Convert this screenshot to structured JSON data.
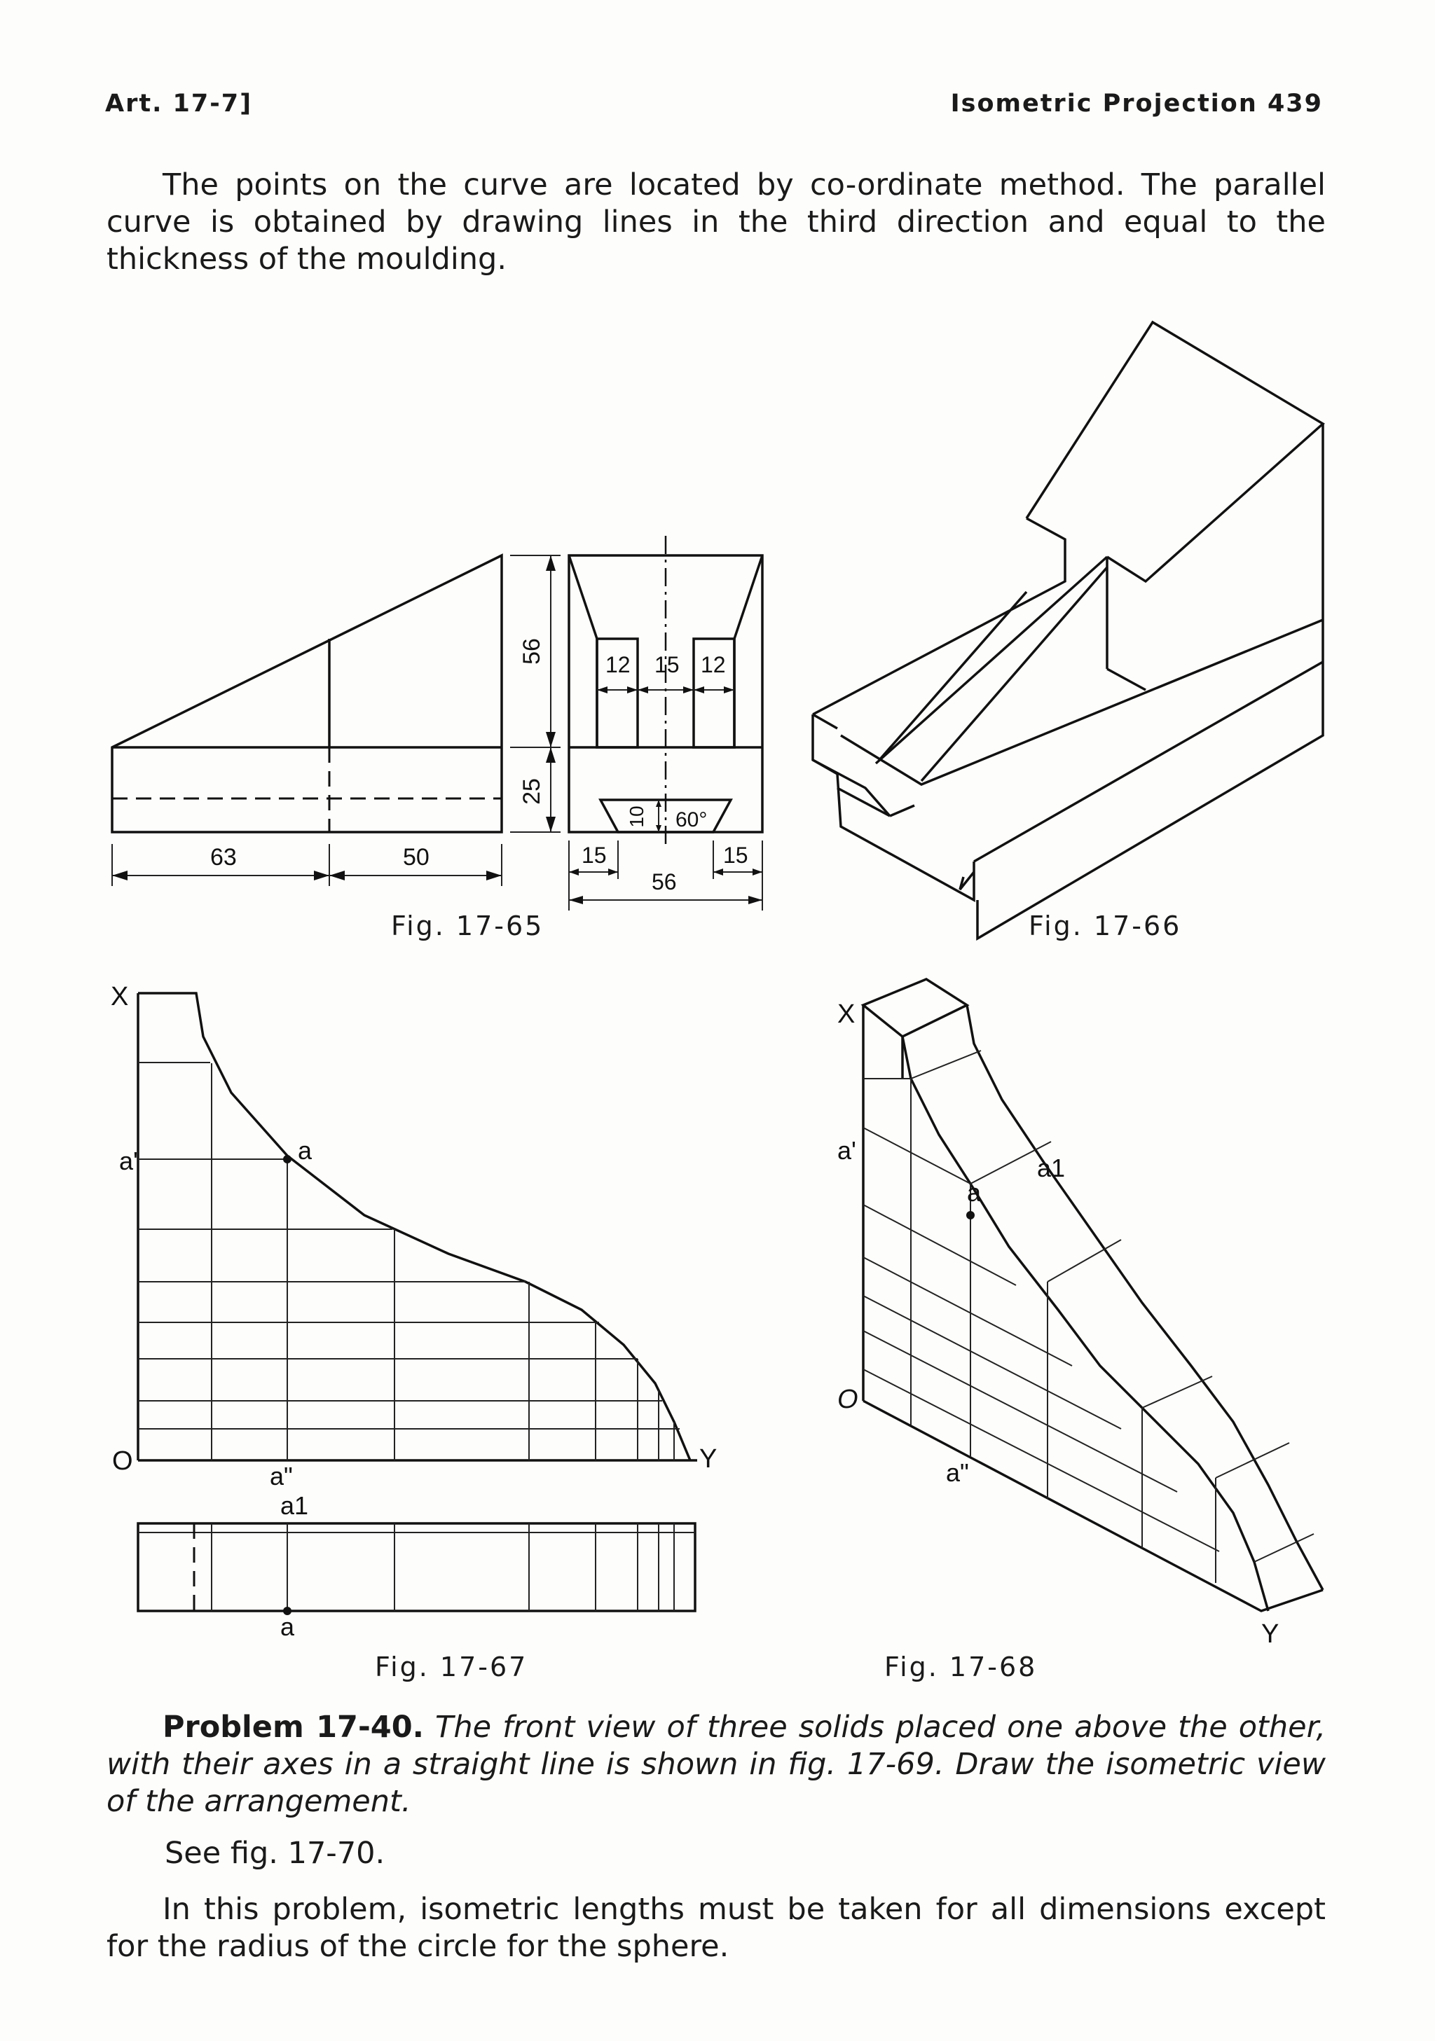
{
  "header": {
    "left": "Art. 17-7]",
    "right": "Isometric Projection  439"
  },
  "paragraph_intro": "The points on the curve are located by co-ordinate method. The parallel curve is obtained by drawing lines in the third direction and equal to the thickness of the moulding.",
  "figures": {
    "fig65": {
      "caption": "Fig. 17-65",
      "dims": [
        "63",
        "50",
        "56",
        "25",
        "12",
        "15",
        "12",
        "10",
        "60°",
        "15",
        "56",
        "15"
      ]
    },
    "fig66": {
      "caption": "Fig. 17-66"
    },
    "fig67": {
      "caption": "Fig. 17-67",
      "labels": {
        "x": "X",
        "o": "O",
        "y": "Y",
        "a_prime": "a'",
        "a": "a",
        "a_dprime": "a\"",
        "a1": "a1",
        "a_bottom": "a"
      }
    },
    "fig68": {
      "caption": "Fig. 17-68",
      "labels": {
        "x": "X",
        "o": "O",
        "y": "Y",
        "a_prime": "a'",
        "a": "a",
        "a1": "a1",
        "a_dprime": "a\""
      }
    }
  },
  "problem": {
    "label": "Problem 17-40.",
    "text": "The front view of three solids placed one above the other, with their axes in a straight line is shown in fig. 17-69. Draw the isometric view of the arrangement."
  },
  "see_fig": "See fig. 17-70.",
  "paragraph_final": "In this problem, isometric lengths must be taken for all dimensions except for the radius of the circle for the sphere."
}
